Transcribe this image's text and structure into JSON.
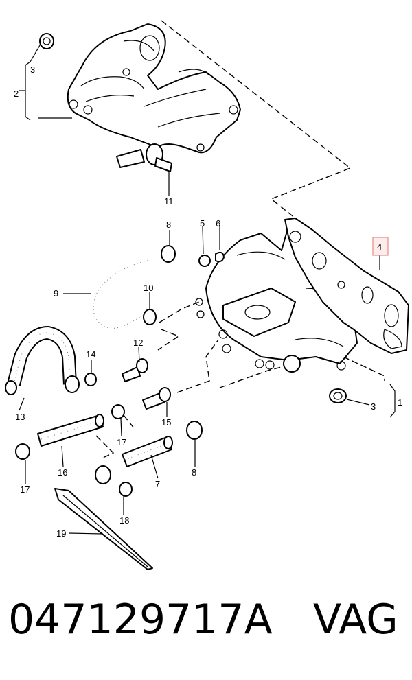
{
  "diagram": {
    "callouts": {
      "c1": "1",
      "c2": "2",
      "c3a": "3",
      "c3b": "3",
      "c4": "4",
      "c5": "5",
      "c6": "6",
      "c7": "7",
      "c8a": "8",
      "c8b": "8",
      "c9": "9",
      "c10": "10",
      "c11": "11",
      "c12": "12",
      "c13": "13",
      "c14": "14",
      "c15": "15",
      "c16": "16",
      "c17a": "17",
      "c17b": "17",
      "c18": "18",
      "c19": "19"
    },
    "highlight_color": "#e88a8a"
  },
  "footer": {
    "part_number": "047129717A",
    "brand": "VAG"
  }
}
